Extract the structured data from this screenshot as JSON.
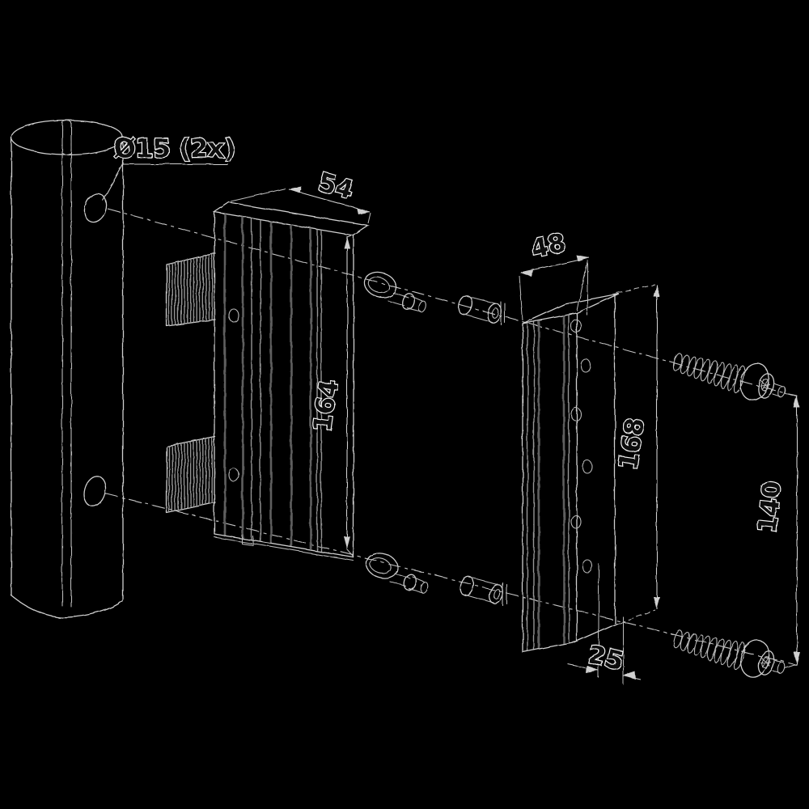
{
  "drawing": {
    "background_color": "#000000",
    "line_color": "#cfcfcf",
    "annotations": {
      "hole_diameter_label": "Ø15 (2x)",
      "dim_profile_depth": "54",
      "dim_bar_width": "48",
      "dim_profile_height": "164",
      "dim_bar_height": "168",
      "dim_screw_spacing": "140",
      "dim_bottom_offset": "25"
    }
  }
}
